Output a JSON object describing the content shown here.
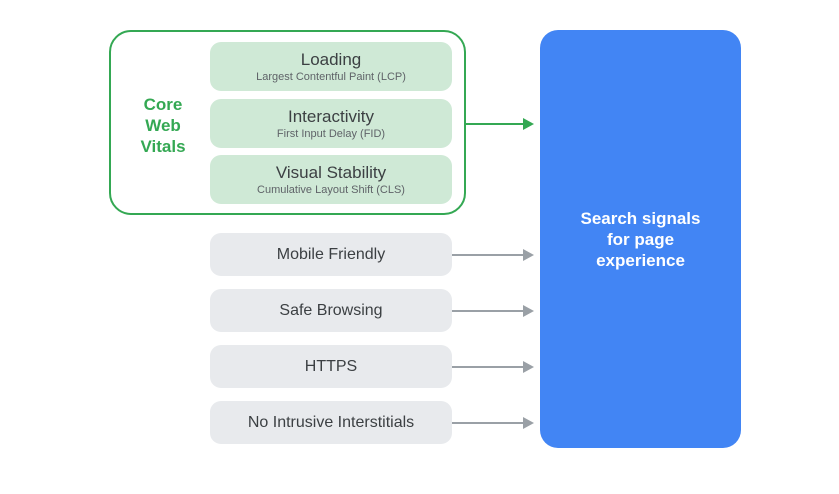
{
  "colors": {
    "green": "#34a853",
    "green_fill": "#cfe9d6",
    "gray_fill": "#e8eaed",
    "arrow_gray": "#9aa0a6",
    "blue": "#4285f4",
    "title_text": "#3c4043",
    "subtitle_text": "#5f6368",
    "result_text": "#ffffff"
  },
  "core_web_vitals": {
    "label_lines": [
      "Core",
      "Web",
      "Vitals"
    ],
    "items": [
      {
        "title": "Loading",
        "subtitle": "Largest Contentful Paint (LCP)"
      },
      {
        "title": "Interactivity",
        "subtitle": "First Input Delay (FID)"
      },
      {
        "title": "Visual Stability",
        "subtitle": "Cumulative Layout Shift (CLS)"
      }
    ]
  },
  "other_signals": [
    {
      "label": "Mobile Friendly"
    },
    {
      "label": "Safe Browsing"
    },
    {
      "label": "HTTPS"
    },
    {
      "label": "No Intrusive Interstitials"
    }
  ],
  "result": {
    "label_lines": [
      "Search signals",
      "for page",
      "experience"
    ]
  }
}
